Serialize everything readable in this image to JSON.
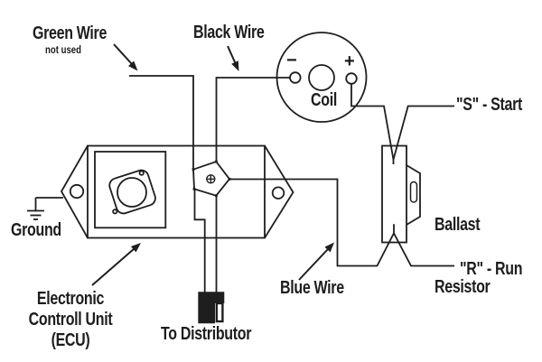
{
  "colors": {
    "ink": "#1e1e1e",
    "paper": "#ffffff"
  },
  "labels": {
    "green_wire": "Green Wire",
    "green_wire_note": "not used",
    "black_wire": "Black Wire",
    "coil": "Coil",
    "coil_minus_terminal": "−",
    "coil_plus_terminal": "+",
    "start_terminal": "\"S\" - Start",
    "ballast_resistor_line1": "Ballast",
    "ballast_resistor_line2": "Resistor",
    "run_terminal": "\"R\" - Run",
    "ground": "Ground",
    "ecu_line1": "Electronic",
    "ecu_line2": "Controll Unit",
    "ecu_line3": "(ECU)",
    "to_distributor": "To Distributor",
    "blue_wire": "Blue Wire"
  }
}
